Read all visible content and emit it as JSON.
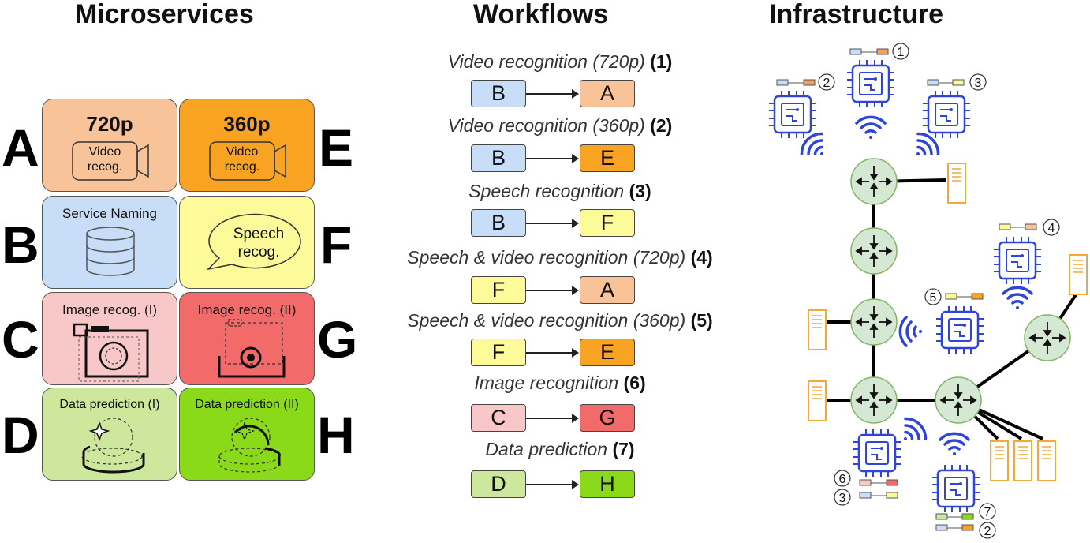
{
  "headers": {
    "microservices": "Microservices",
    "workflows": "Workflows",
    "infrastructure": "Infrastructure"
  },
  "services": {
    "A": {
      "letter": "A",
      "label": "720p",
      "line1": "Video",
      "line2": "recog.",
      "color": "#F9C39A"
    },
    "B": {
      "letter": "B",
      "label": "Service Naming",
      "color": "#C8DDF7"
    },
    "C": {
      "letter": "C",
      "label": "Image recog. (I)",
      "color": "#F8C8C8"
    },
    "D": {
      "letter": "D",
      "label": "Data prediction (I)",
      "color": "#CDE79C"
    },
    "E": {
      "letter": "E",
      "label": "360p",
      "line1": "Video",
      "line2": "recog.",
      "color": "#F9A322"
    },
    "F": {
      "letter": "F",
      "line1": "Speech",
      "line2": "recog.",
      "color": "#FDFA9A"
    },
    "G": {
      "letter": "G",
      "label": "Image recog. (II)",
      "color": "#F26A6A"
    },
    "H": {
      "letter": "H",
      "label": "Data prediction (II)",
      "color": "#8BDA1A"
    }
  },
  "workflows": [
    {
      "name": "Video recognition (720p)",
      "num": "(1)",
      "from": "B",
      "to": "A"
    },
    {
      "name": "Video recognition (360p)",
      "num": "(2)",
      "from": "B",
      "to": "E"
    },
    {
      "name": "Speech recognition",
      "num": "(3)",
      "from": "B",
      "to": "F"
    },
    {
      "name": "Speech & video recognition (720p)",
      "num": "(4)",
      "from": "F",
      "to": "A"
    },
    {
      "name": "Speech & video recognition (360p)",
      "num": "(5)",
      "from": "F",
      "to": "E"
    },
    {
      "name": "Image recognition",
      "num": "(6)",
      "from": "C",
      "to": "G"
    },
    {
      "name": "Data prediction",
      "num": "(7)",
      "from": "D",
      "to": "H"
    }
  ],
  "infra_badges": [
    "1",
    "2",
    "3",
    "4",
    "5",
    "6",
    "3",
    "7",
    "2"
  ],
  "colors": {
    "device": "#2E45D8",
    "router_fill": "#D5E8D4",
    "router_stroke": "#82B366",
    "server": "#F2A93B",
    "line": "#000000"
  }
}
